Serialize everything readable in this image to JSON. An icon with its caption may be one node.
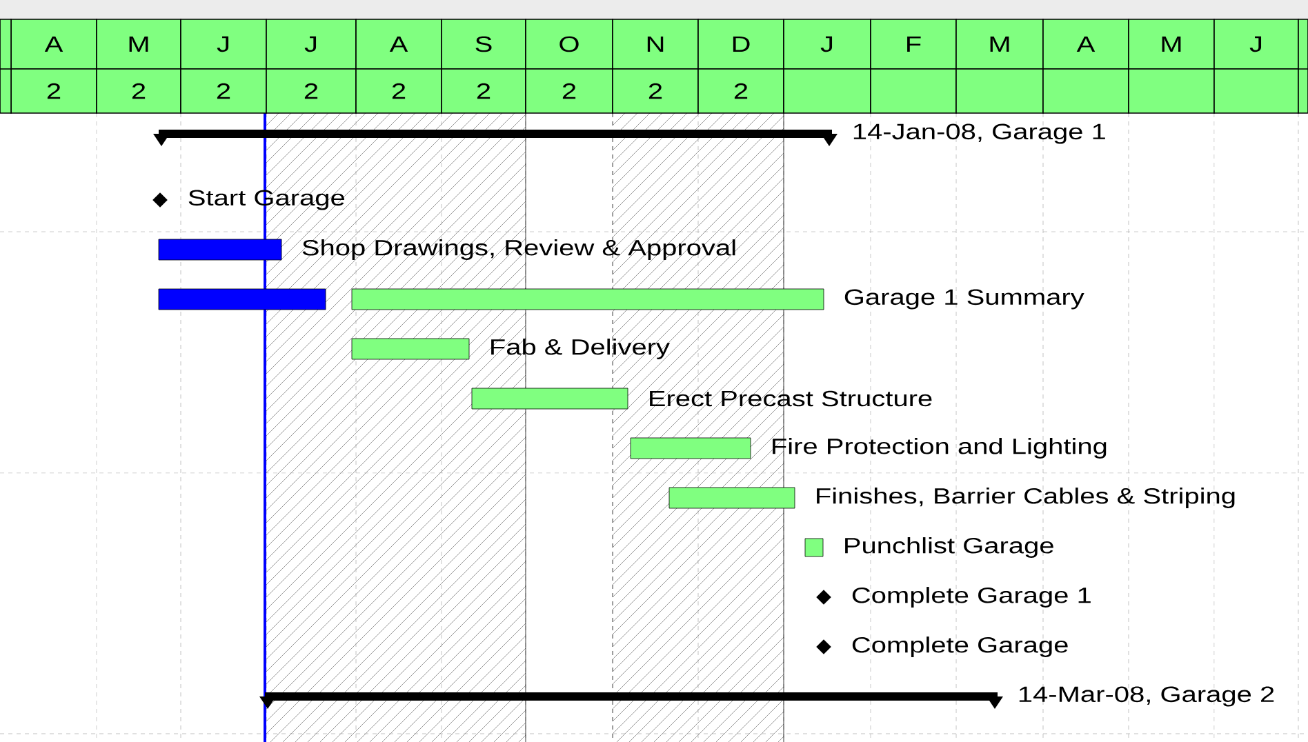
{
  "diagram": {
    "nodes": [
      {
        "text": [],
        "shape": "bar",
        "beside": [
          "14-Jan-08, Garage 1"
        ]
      },
      {
        "text": [],
        "shape": "diamond",
        "beside": [
          "Start Garage"
        ]
      },
      {
        "text": [],
        "shape": "bar",
        "beside": [
          "Shop Drawings, Review & Approval"
        ]
      },
      {
        "text": [],
        "shape": "bar"
      },
      {
        "text": [],
        "shape": "bar",
        "beside": [
          "Garage 1 Summary"
        ]
      },
      {
        "text": [],
        "shape": "bar",
        "beside": [
          "Fab & Delivery"
        ]
      },
      {
        "text": [],
        "shape": "bar",
        "beside": [
          "Erect Precast Structure"
        ]
      },
      {
        "text": [],
        "shape": "bar",
        "beside": [
          "Fire Protection and Lighting"
        ]
      },
      {
        "text": [],
        "shape": "bar",
        "beside": [
          "Finishes, Barrier Cables & Striping"
        ]
      },
      {
        "text": [],
        "shape": "box",
        "beside": [
          "Punchlist Garage"
        ]
      },
      {
        "text": [],
        "shape": "diamond",
        "beside": [
          "Complete Garage 1"
        ]
      },
      {
        "text": [],
        "shape": "diamond",
        "beside": [
          "Complete Garage"
        ]
      },
      {
        "text": [],
        "shape": "bar",
        "beside": [
          "14-Mar-08, Garage 2"
        ]
      }
    ],
    "labels": [
      "A",
      "M",
      "J",
      "J",
      "A",
      "S",
      "O",
      "N",
      "D",
      "J",
      "F",
      "M",
      "A",
      "M",
      "J",
      "2",
      "2",
      "2",
      "2",
      "2",
      "2",
      "2",
      "2",
      "2"
    ]
  }
}
